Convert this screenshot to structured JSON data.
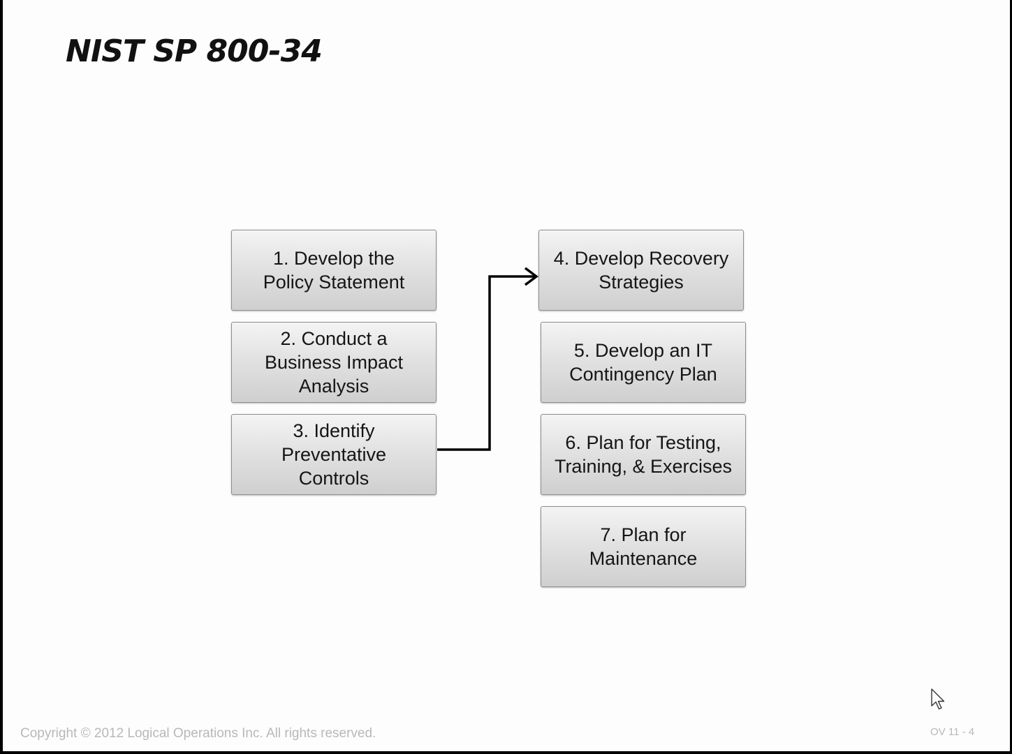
{
  "slide": {
    "title": "NIST SP 800-34",
    "copyright": "Copyright © 2012 Logical Operations Inc. All rights reserved.",
    "slide_number": "OV 11 - 4"
  },
  "steps": [
    {
      "label": "1. Develop the\nPolicy Statement"
    },
    {
      "label": "2. Conduct a\nBusiness Impact\nAnalysis"
    },
    {
      "label": "3. Identify\nPreventative\nControls"
    },
    {
      "label": "4. Develop Recovery\nStrategies"
    },
    {
      "label": "5. Develop an IT\nContingency Plan"
    },
    {
      "label": "6. Plan for Testing,\nTraining, & Exercises"
    },
    {
      "label": "7. Plan for\nMaintenance"
    }
  ],
  "icons": {
    "cursor": "mouse-pointer-icon",
    "arrow": "elbow-arrow"
  }
}
